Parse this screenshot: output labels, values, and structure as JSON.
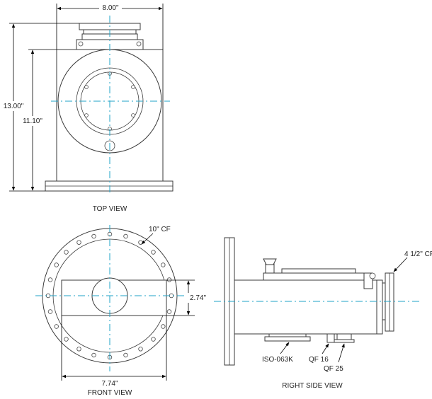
{
  "colors": {
    "centerline": "#1fa3c7",
    "ink": "#3a3a3a",
    "leader": "#2a7fa8",
    "background": "#ffffff"
  },
  "views": {
    "top": {
      "title": "TOP VIEW"
    },
    "front": {
      "title": "FRONT VIEW"
    },
    "side": {
      "title": "RIGHT SIDE VIEW"
    }
  },
  "dimensions": {
    "top_width": "8.00\"",
    "overall_height": "13.00\"",
    "body_height": "11.10\"",
    "front_offset": "2.74\"",
    "front_width": "7.74\""
  },
  "callouts": {
    "front_flange": "10\" CF",
    "side_flange": "4 1/2\" CF",
    "bottom_flange": "ISO-063K",
    "small_port": "QF 16",
    "medium_port": "QF 25"
  }
}
